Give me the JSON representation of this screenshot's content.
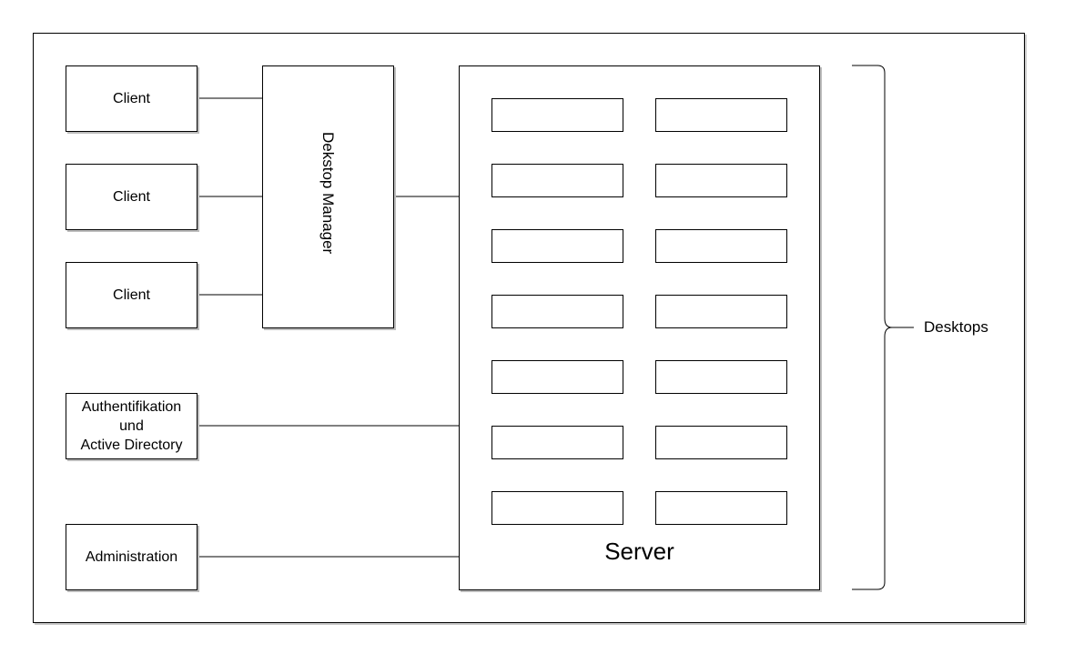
{
  "clients": [
    {
      "label": "Client"
    },
    {
      "label": "Client"
    },
    {
      "label": "Client"
    }
  ],
  "desktop_manager": {
    "label": "Dekstop Manager"
  },
  "auth": {
    "lines": [
      "Authentifikation",
      "und",
      "Active Directory"
    ]
  },
  "administration": {
    "label": "Administration"
  },
  "server": {
    "label": "Server"
  },
  "desktops": {
    "label": "Desktops"
  }
}
